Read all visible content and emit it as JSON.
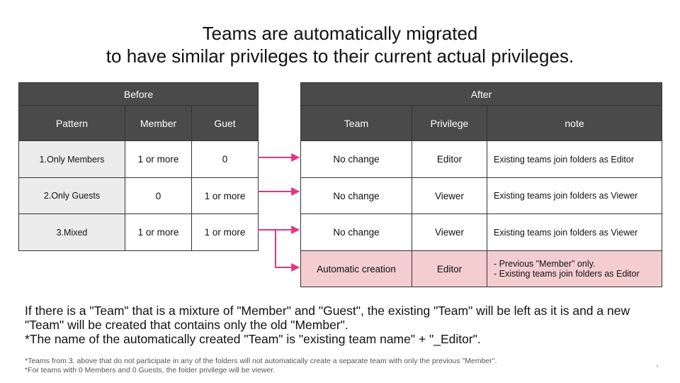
{
  "title": {
    "line1": "Teams are automatically migrated",
    "line2": "to have similar privileges to their current actual privileges."
  },
  "before": {
    "caption": "Before",
    "headers": [
      "Pattern",
      "Member",
      "Guet"
    ],
    "rows": [
      [
        "1.Only Members",
        "1 or more",
        "0"
      ],
      [
        "2.Only Guests",
        "0",
        "1 or more"
      ],
      [
        "3.Mixed",
        "1 or more",
        "1 or more"
      ]
    ]
  },
  "after": {
    "caption": "After",
    "headers": [
      "Team",
      "Privilege",
      "note"
    ],
    "rows": [
      {
        "team": "No change",
        "privilege": "Editor",
        "note": [
          "Existing teams join folders as Editor"
        ]
      },
      {
        "team": "No change",
        "privilege": "Viewer",
        "note": [
          "Existing teams join folders as Viewer"
        ]
      },
      {
        "team": "No change",
        "privilege": "Viewer",
        "note": [
          "Existing teams join folders as Viewer"
        ]
      },
      {
        "team": "Automatic creation",
        "privilege": "Editor",
        "note": [
          "- Previous \"Member\" only.",
          "- Existing teams join folders as Editor"
        ]
      }
    ]
  },
  "explanation": {
    "line1": "If there is a \"Team\" that is a mixture of \"Member\" and \"Guest\", the existing \"Team\" will be left as it is and a new",
    "line2": "\"Team\" will be created that contains only the old \"Member\".",
    "line3": "*The name of the automatically created \"Team\" is \"existing team name\" + \"_Editor\"."
  },
  "footnotes": {
    "line1": "*Teams from 3. above that do not participate in any of the folders will not automatically create a separate team with only the previous \"Member\".",
    "line2": "*For teams with 0 Members and 0 Guests, the folder privilege will be viewer."
  },
  "page_number": "4",
  "colors": {
    "header_bg": "#4a4a4a",
    "pattern_bg": "#ececec",
    "highlight_bg": "#f3cdd0",
    "arrow": "#e8347f"
  }
}
